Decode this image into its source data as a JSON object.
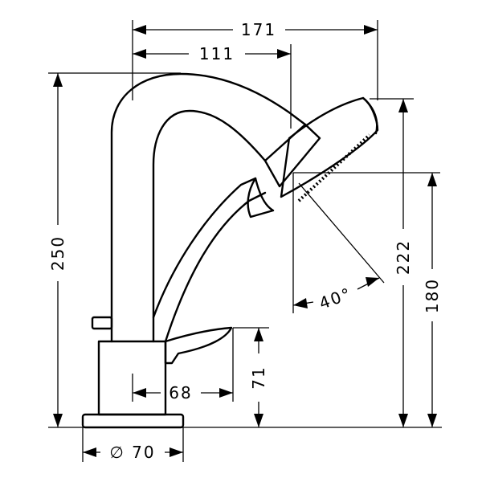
{
  "dimensions": {
    "width_overall": "171",
    "width_spout": "111",
    "height_overall": "250",
    "height_handshower": "222",
    "height_outlet": "180",
    "angle": "40°",
    "lever_depth": "68",
    "lever_height": "71",
    "base_diameter": "∅ 70"
  }
}
